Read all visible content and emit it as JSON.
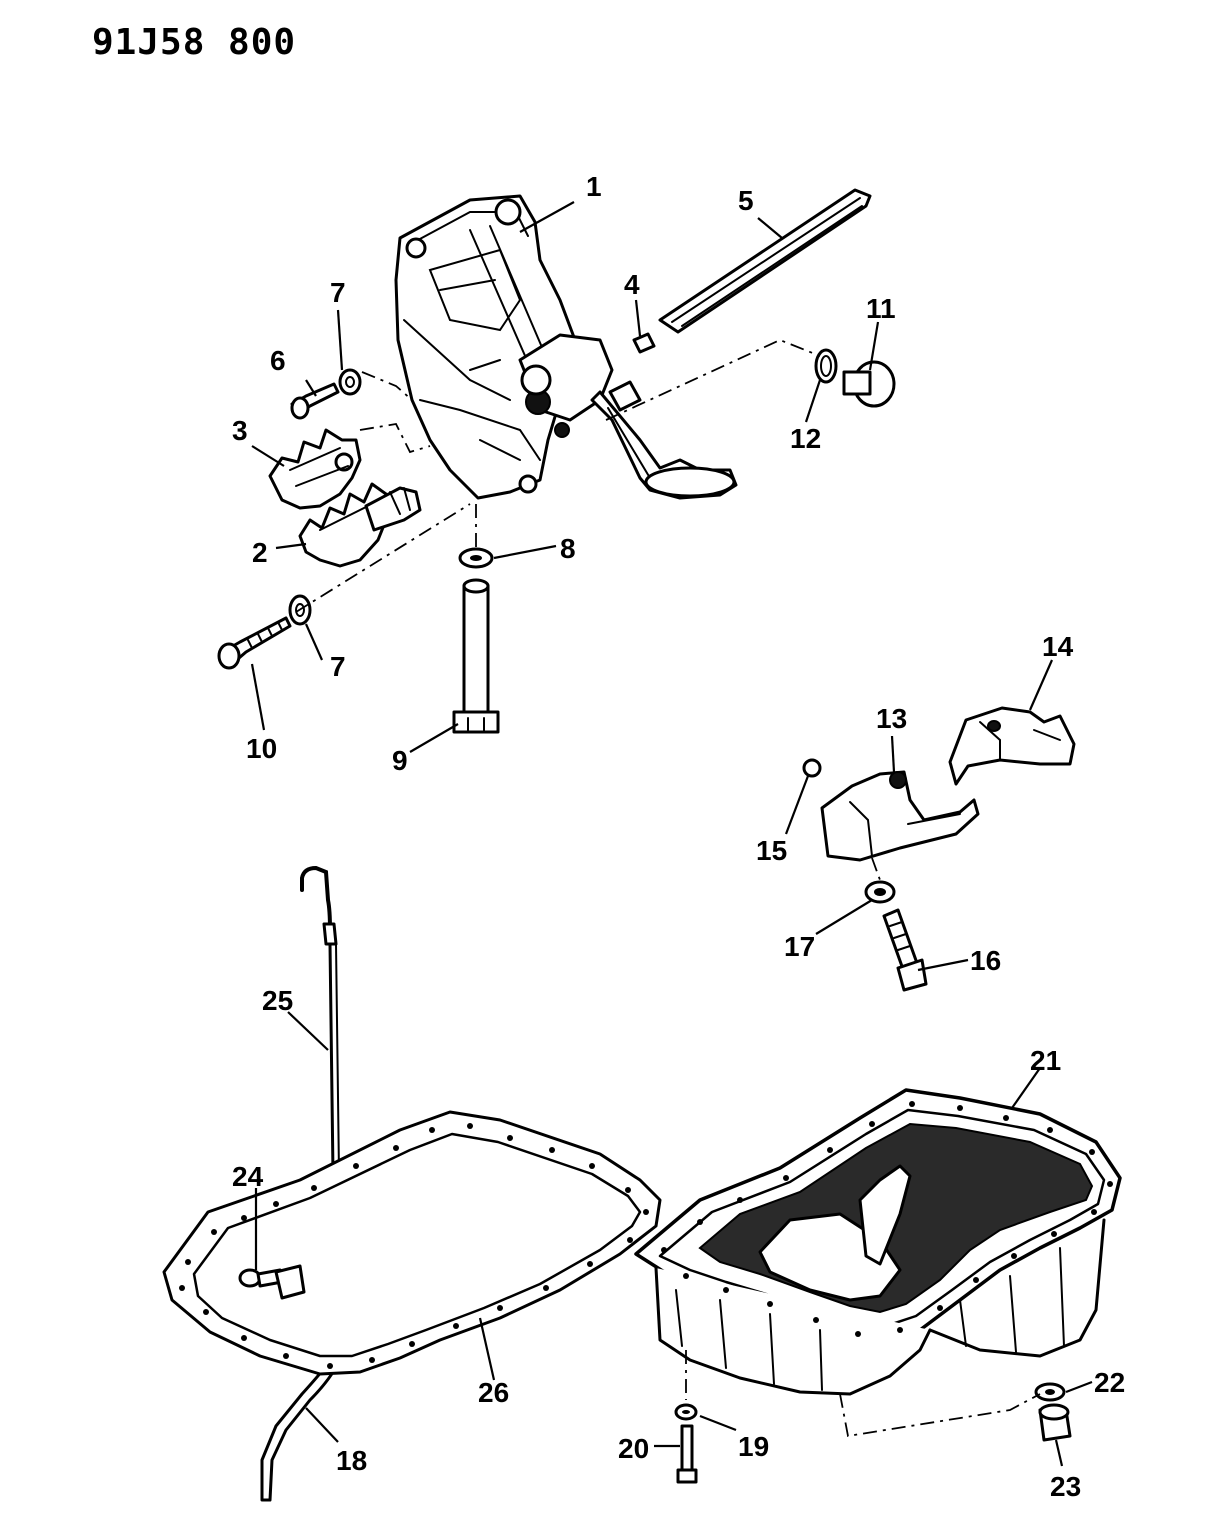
{
  "drawing_id": "91J58 800",
  "callouts": [
    {
      "id": "c1",
      "label": "1"
    },
    {
      "id": "c2",
      "label": "2"
    },
    {
      "id": "c3",
      "label": "3"
    },
    {
      "id": "c4",
      "label": "4"
    },
    {
      "id": "c5",
      "label": "5"
    },
    {
      "id": "c6",
      "label": "6"
    },
    {
      "id": "c7a",
      "label": "7"
    },
    {
      "id": "c7b",
      "label": "7"
    },
    {
      "id": "c8",
      "label": "8"
    },
    {
      "id": "c9",
      "label": "9"
    },
    {
      "id": "c10",
      "label": "10"
    },
    {
      "id": "c11",
      "label": "11"
    },
    {
      "id": "c12",
      "label": "12"
    },
    {
      "id": "c13",
      "label": "13"
    },
    {
      "id": "c14",
      "label": "14"
    },
    {
      "id": "c15",
      "label": "15"
    },
    {
      "id": "c16",
      "label": "16"
    },
    {
      "id": "c17",
      "label": "17"
    },
    {
      "id": "c18",
      "label": "18"
    },
    {
      "id": "c19",
      "label": "19"
    },
    {
      "id": "c20",
      "label": "20"
    },
    {
      "id": "c21",
      "label": "21"
    },
    {
      "id": "c22",
      "label": "22"
    },
    {
      "id": "c23",
      "label": "23"
    },
    {
      "id": "c24",
      "label": "24"
    },
    {
      "id": "c25",
      "label": "25"
    },
    {
      "id": "c26",
      "label": "26"
    }
  ]
}
